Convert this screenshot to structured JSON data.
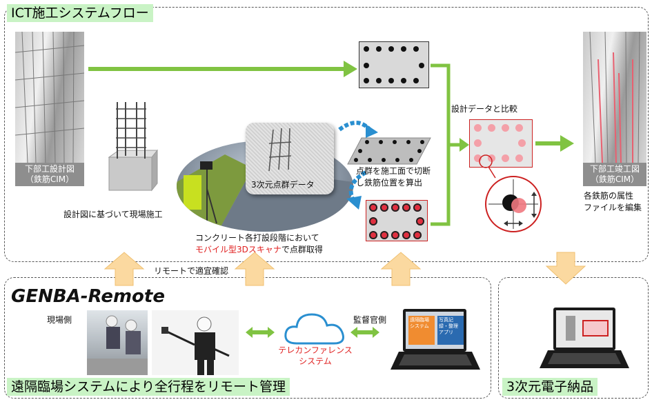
{
  "title": "ICT施工システムフロー",
  "design_caption": {
    "line1": "下部工設計図",
    "line2": "（鉄筋CIM）"
  },
  "asbuilt_caption": {
    "line1": "下部工竣工図",
    "line2": "（鉄筋CIM）"
  },
  "construction_text": "設計図に基づいて現場施工",
  "scan_text": {
    "line1": "コンクリート各打設段階において",
    "line2_red": "モバイル型3Dスキャナ",
    "line2_rest": "で点群取得"
  },
  "pointcloud_label": "3次元点群データ",
  "cut_text": {
    "line1": "点群を施工面で切断",
    "line2": "し鉄筋位置を算出"
  },
  "compare_label": "設計データと比較",
  "attr_text": {
    "line1": "各鉄筋の属性",
    "line2": "ファイルを編集"
  },
  "remote_check": "リモートで適宜確認",
  "genba_title": "GENBA-Remote",
  "site_side": "現場側",
  "supervisor_side": "監督官側",
  "telecon": {
    "line1": "テレカンファレンス",
    "line2": "システム"
  },
  "laptop_window1": "遠隔臨場システム",
  "laptop_window2": "写真記録・整理アプリ",
  "remote_bottom": "遠隔臨場システムにより全行程をリモート管理",
  "delivery_title": "3次元電子納品",
  "colors": {
    "green_arrow": "#80c342",
    "orange_arrow": "#fbd9a0",
    "title_bg": "#c9f3c5",
    "red_text": "#e02020",
    "blue_arrow": "#2a8fd0"
  }
}
